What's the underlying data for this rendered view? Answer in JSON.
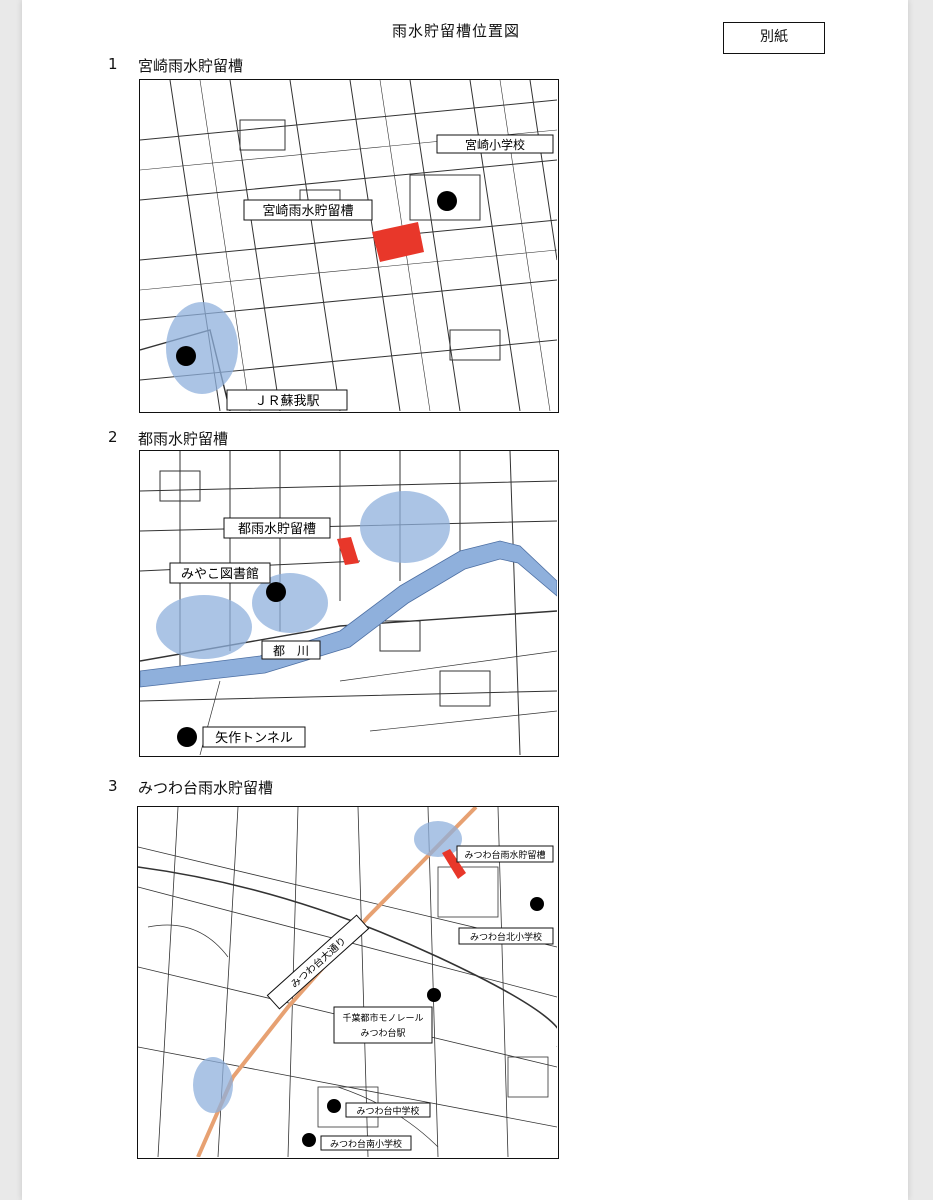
{
  "document": {
    "title": "雨水貯留槽位置図",
    "attachment_label": "別紙"
  },
  "sections": [
    {
      "number": "1",
      "title": "宮崎雨水貯留槽",
      "labels": {
        "school": "宮崎小学校",
        "tank": "宮崎雨水貯留槽",
        "station": "ＪＲ蘇我駅"
      }
    },
    {
      "number": "2",
      "title": "都雨水貯留槽",
      "labels": {
        "tank": "都雨水貯留槽",
        "library": "みやこ図書館",
        "river": "都　川",
        "tunnel": "矢作トンネル"
      }
    },
    {
      "number": "3",
      "title": "みつわ台雨水貯留槽",
      "labels": {
        "tank": "みつわ台雨水貯留槽",
        "north_school": "みつわ台北小学校",
        "street": "みつわ台大通り",
        "monorail_line1": "千葉都市モノレール",
        "monorail_line2": "みつわ台駅",
        "middle_school": "みつわ台中学校",
        "south_school": "みつわ台南小学校"
      }
    }
  ],
  "colors": {
    "tank_marker": "#e8372a",
    "flood_area": "#8fb0dc",
    "point_marker": "#000000",
    "monorail": "#e7a172"
  }
}
